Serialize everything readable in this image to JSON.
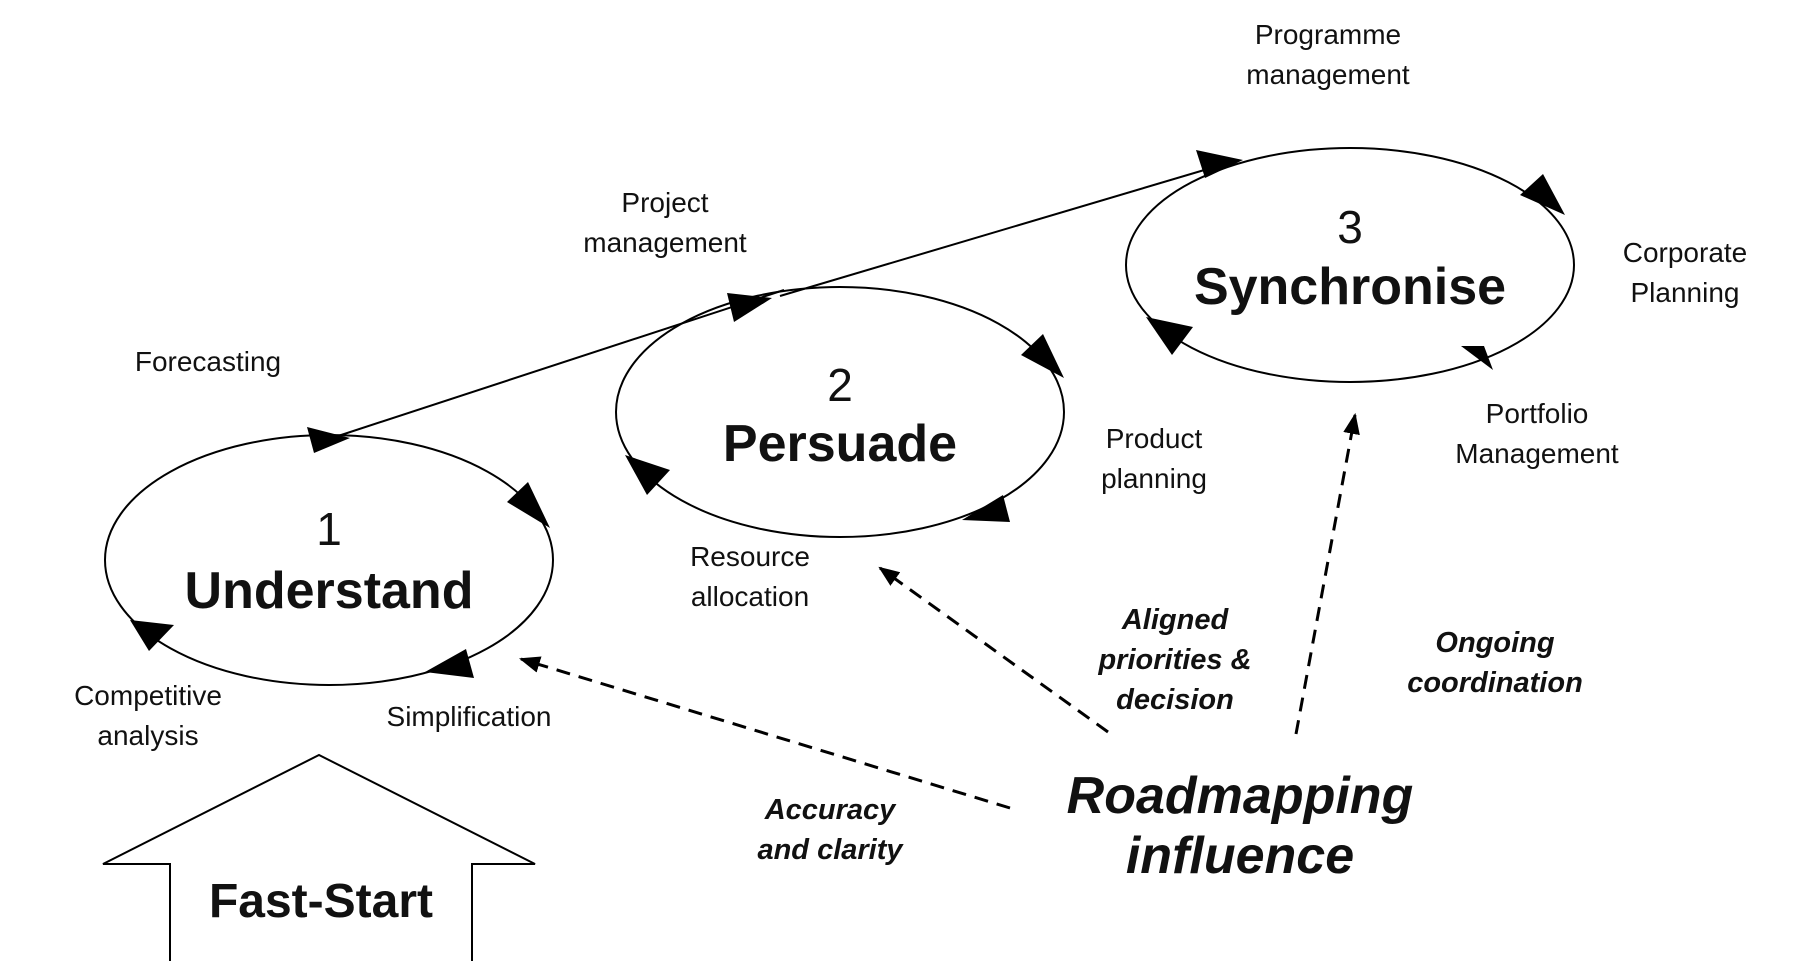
{
  "stages": [
    {
      "number": "1",
      "name": "Understand"
    },
    {
      "number": "2",
      "name": "Persuade"
    },
    {
      "number": "3",
      "name": "Synchronise"
    }
  ],
  "activities": {
    "forecasting": "Forecasting",
    "competitive_analysis": [
      "Competitive",
      "analysis"
    ],
    "simplification": "Simplification",
    "project_management": [
      "Project",
      "management"
    ],
    "resource_allocation": [
      "Resource",
      "allocation"
    ],
    "product_planning": [
      "Product",
      "planning"
    ],
    "programme_management": [
      "Programme",
      "management"
    ],
    "corporate_planning": [
      "Corporate",
      "Planning"
    ],
    "portfolio_management": [
      "Portfolio",
      "Management"
    ]
  },
  "influences": {
    "accuracy": [
      "Accuracy",
      "and clarity"
    ],
    "aligned": [
      "Aligned",
      "priorities &",
      "decision"
    ],
    "ongoing": [
      "Ongoing",
      "coordination"
    ]
  },
  "roadmapping": [
    "Roadmapping",
    "influence"
  ],
  "fast_start": "Fast-Start"
}
